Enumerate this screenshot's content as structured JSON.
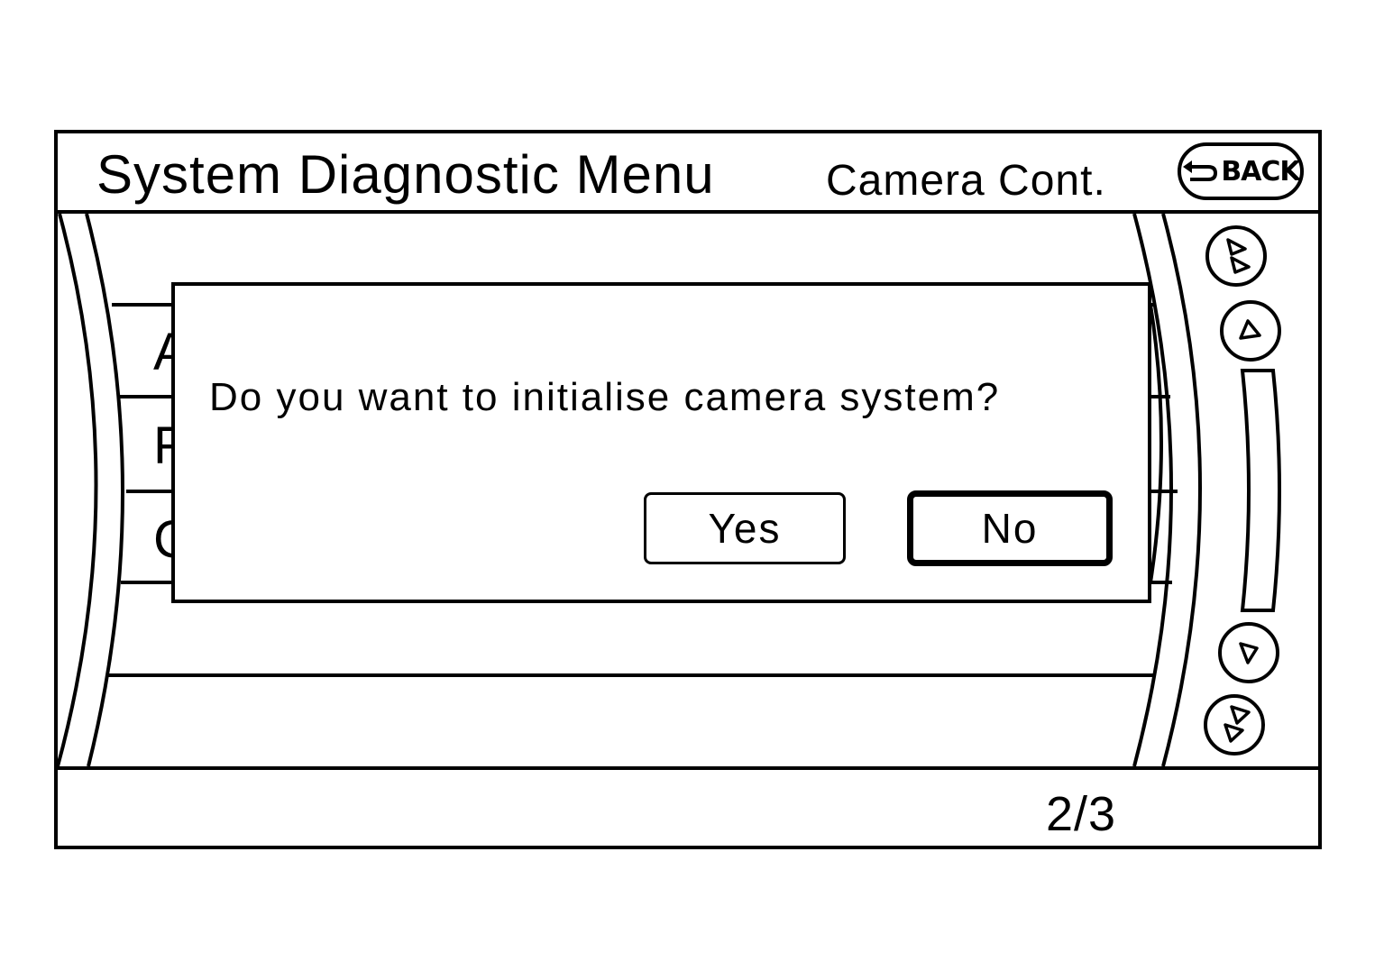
{
  "header": {
    "title": "System Diagnostic Menu",
    "breadcrumb_separator_icon": "triangle-right-icon",
    "subtitle": "Camera Cont.",
    "back_label": "BACK",
    "back_icon": "return-arrow-icon"
  },
  "list": {
    "row_initials": [
      "A",
      "F",
      "C"
    ]
  },
  "dialog": {
    "question": "Do you want to initialise camera system?",
    "yes_label": "Yes",
    "no_label": "No",
    "selected": "No"
  },
  "scroll": {
    "page_up_icon": "double-chevron-up-icon",
    "up_icon": "chevron-up-icon",
    "down_icon": "chevron-down-icon",
    "page_down_icon": "double-chevron-down-icon"
  },
  "footer": {
    "page_indicator": "2/3"
  },
  "colors": {
    "foreground": "#000000",
    "background": "#ffffff"
  }
}
